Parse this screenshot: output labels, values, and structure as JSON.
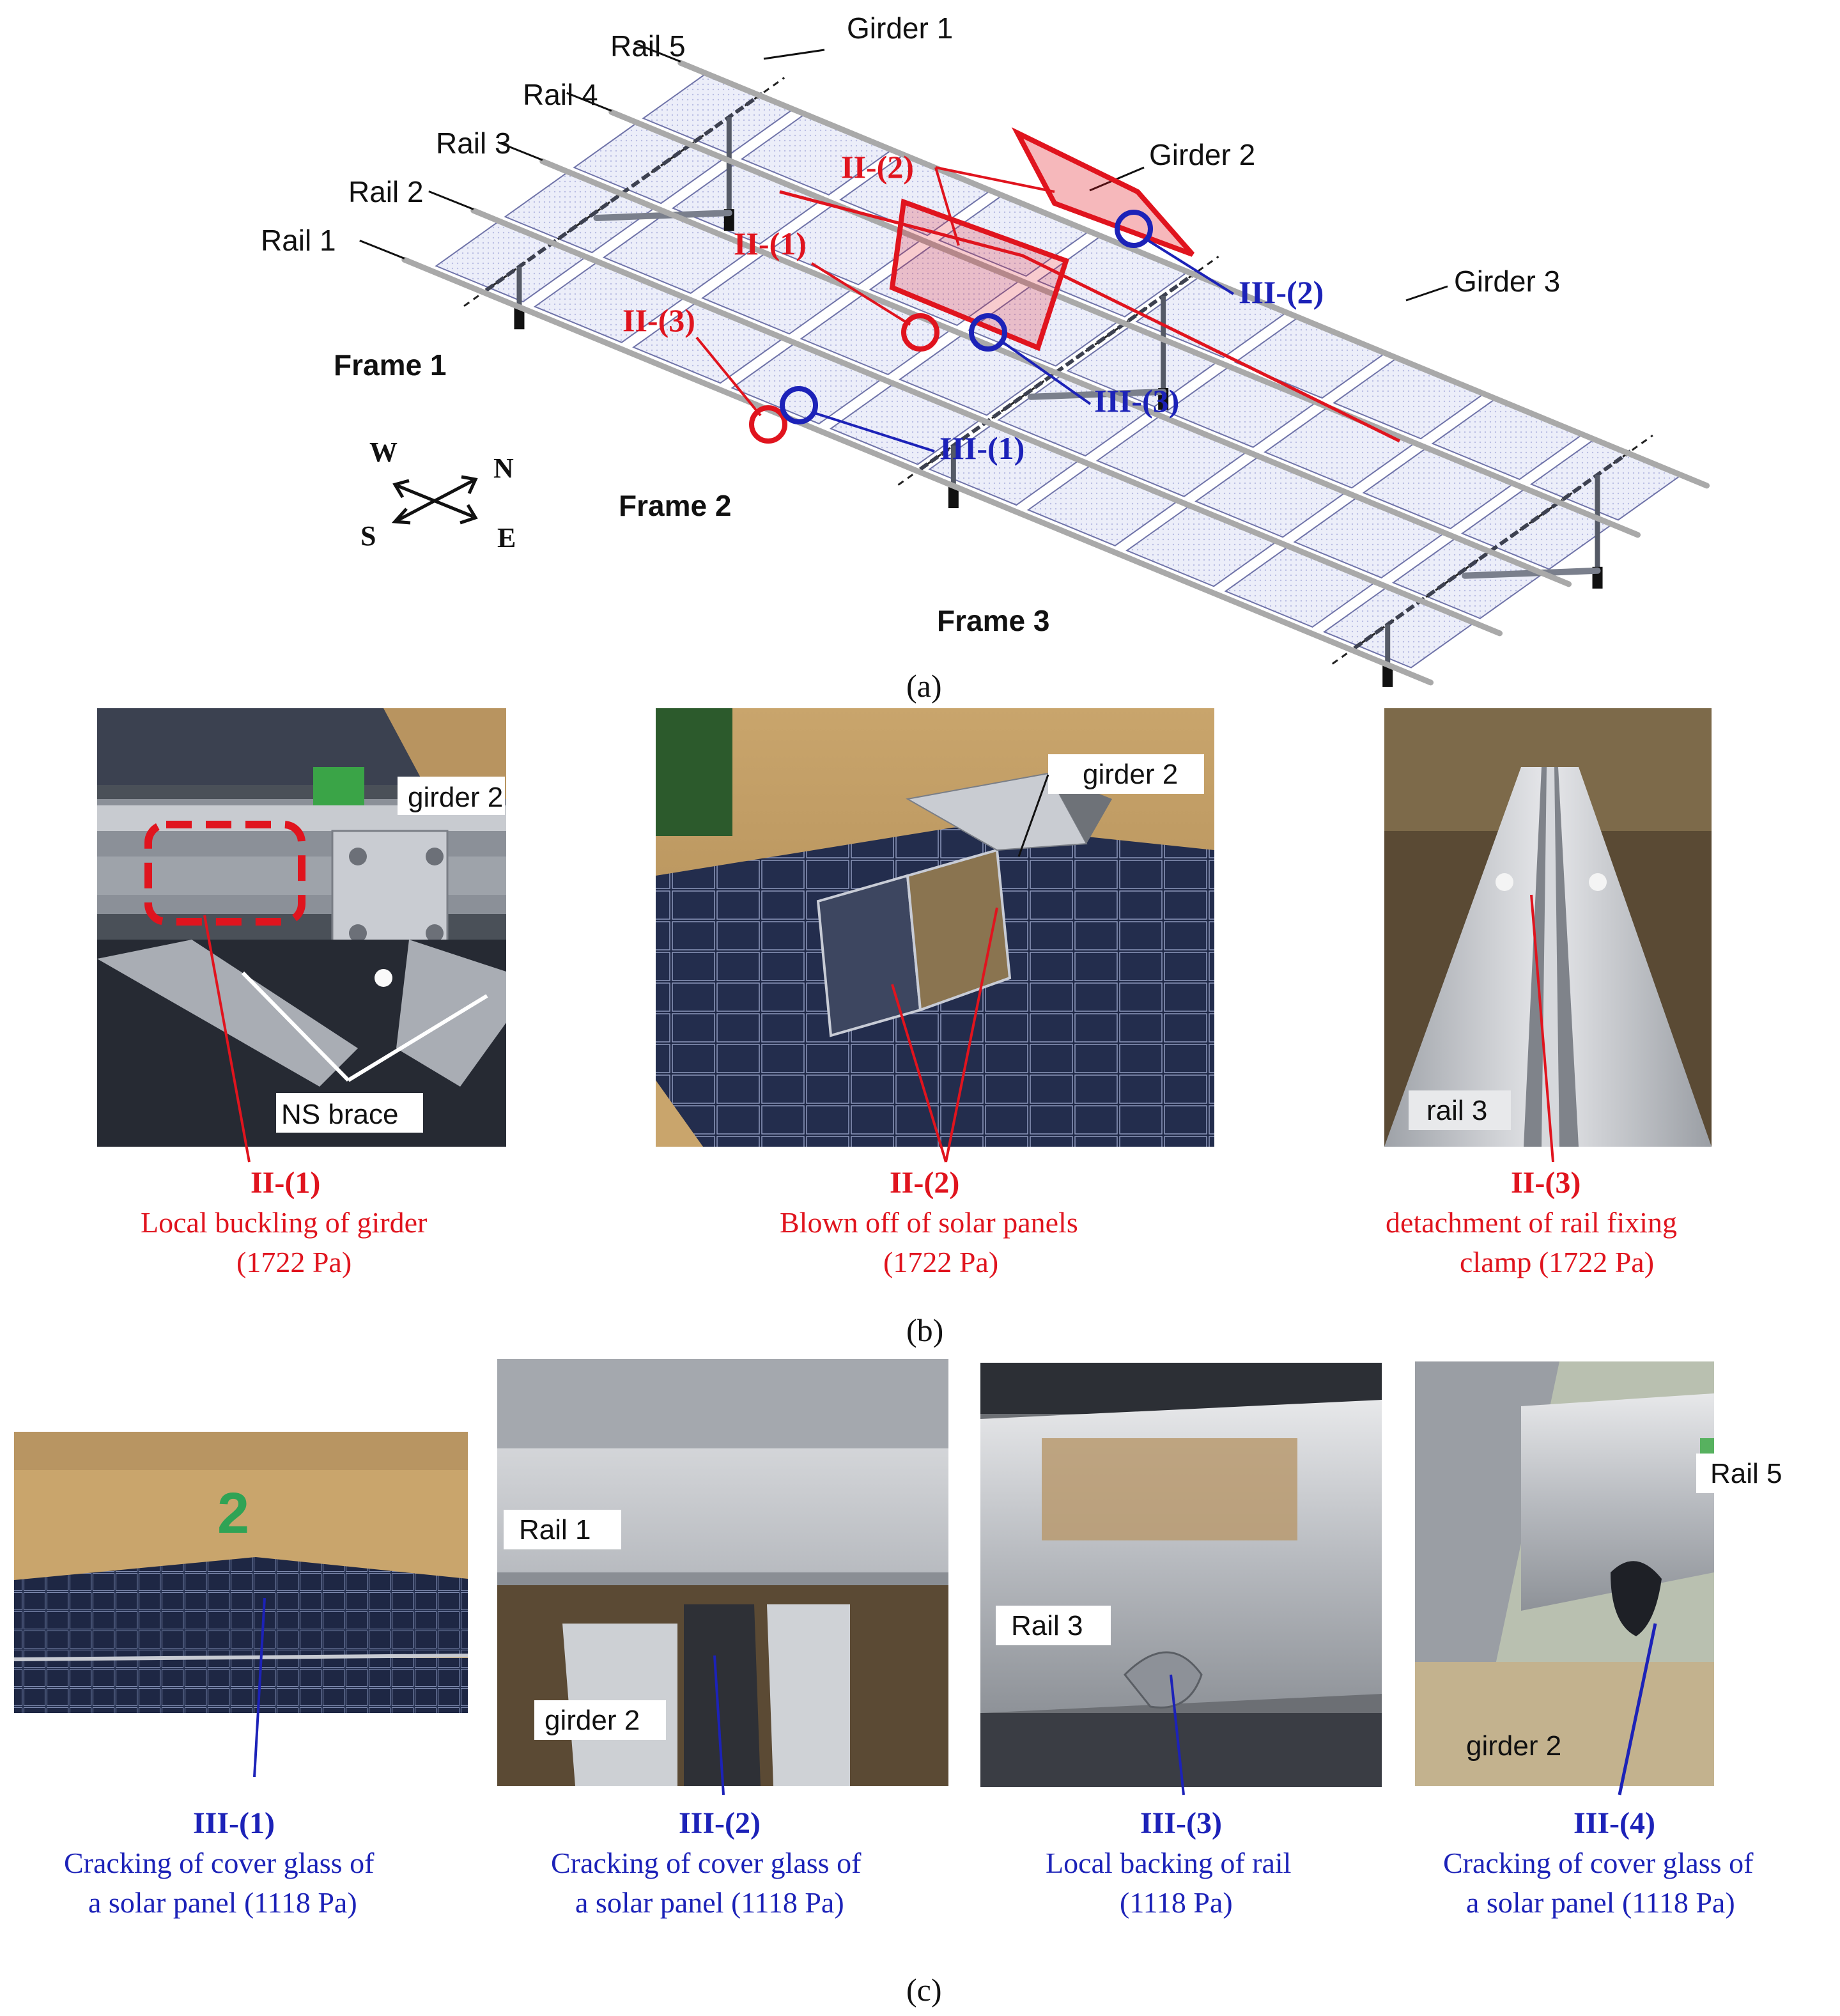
{
  "diagram": {
    "rails": [
      "Rail 1",
      "Rail 2",
      "Rail 3",
      "Rail 4",
      "Rail 5"
    ],
    "girders": [
      "Girder 1",
      "Girder 2",
      "Girder 3"
    ],
    "frames": [
      "Frame 1",
      "Frame 2",
      "Frame 3"
    ],
    "compass": {
      "w": "W",
      "n": "N",
      "s": "S",
      "e": "E"
    },
    "damage_labels": {
      "ii1": "II-(1)",
      "ii2": "II-(2)",
      "ii3": "II-(3)",
      "iii1": "III-(1)",
      "iii2": "III-(2)",
      "iii3": "III-(3)"
    },
    "subcaption": "(a)"
  },
  "panel_b": {
    "subcaption": "(b)",
    "photos": [
      {
        "labels": [
          "girder 2",
          "NS brace"
        ],
        "id": "II-(1)",
        "caption_line1": "Local buckling of girder",
        "caption_line2": "(1722 Pa)"
      },
      {
        "labels": [
          "girder 2"
        ],
        "id": "II-(2)",
        "caption_line1": "Blown off of solar panels",
        "caption_line2": "(1722 Pa)"
      },
      {
        "labels": [
          "rail 3"
        ],
        "id": "II-(3)",
        "caption_line1": "detachment of rail fixing",
        "caption_line2": "clamp (1722 Pa)"
      }
    ]
  },
  "panel_c": {
    "subcaption": "(c)",
    "photos": [
      {
        "labels": [],
        "id": "III-(1)",
        "caption_line1": "Cracking of cover glass of",
        "caption_line2": "a solar panel (1118 Pa)"
      },
      {
        "labels": [
          "Rail 1",
          "girder 2"
        ],
        "id": "III-(2)",
        "caption_line1": "Cracking of cover glass of",
        "caption_line2": "a solar panel (1118 Pa)"
      },
      {
        "labels": [
          "Rail 3"
        ],
        "id": "III-(3)",
        "caption_line1": "Local backing of rail",
        "caption_line2": "(1118 Pa)"
      },
      {
        "labels": [
          "Rail 5",
          "girder 2"
        ],
        "id": "III-(4)",
        "caption_line1": "Cracking of cover glass of",
        "caption_line2": "a solar panel (1118 Pa)"
      }
    ]
  },
  "colors": {
    "damage_ii": "#e0141e",
    "damage_iii": "#1c22b8",
    "panel_fill": "#e6e8f7",
    "rail": "#a9a9a9"
  }
}
